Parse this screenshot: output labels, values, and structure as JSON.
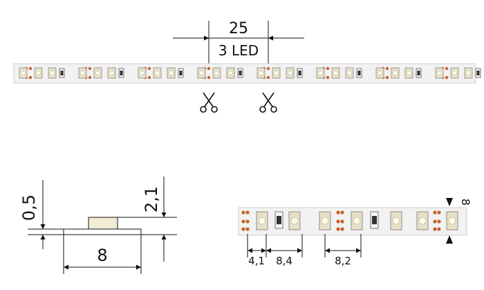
{
  "top_diagram": {
    "segment_length": "25",
    "segment_leds": "3 LED",
    "cut_marks": 2,
    "led_groups": 8
  },
  "cross_section": {
    "thickness": "0,5",
    "total_height": "2,1",
    "width": "8"
  },
  "detail_view": {
    "dim_a": "4,1",
    "dim_b": "8,4",
    "dim_c": "8,2",
    "strip_width": "8"
  },
  "colors": {
    "strip": "#f2f2f2",
    "pad": "#c8612a",
    "led_body": "#e6e0c6",
    "resistor": "#333333",
    "line": "#111111"
  },
  "icons": [
    "scissors-icon",
    "scissors-icon"
  ]
}
